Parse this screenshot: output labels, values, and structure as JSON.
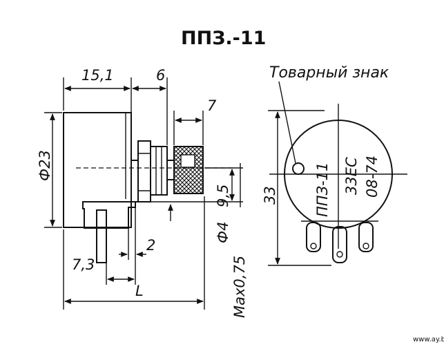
{
  "title": "ППЗ.-11",
  "trademark_label": "Товарный знак",
  "dimensions": {
    "width_body": "15,1",
    "shaft_bushing": "6",
    "knob_len": "7",
    "diameter": "Ф23",
    "height_right": "33",
    "shaft_offset": "9,5",
    "shaft_dia": "Ф4",
    "max_label": "Мах0,75",
    "terminal_gap": "2",
    "terminal_len": "7,3",
    "length": "L"
  },
  "front_marking": {
    "line1": "ППЗ-11",
    "line2": "33ЕС",
    "line3": "08-74"
  },
  "watermark": "www.ay.by"
}
